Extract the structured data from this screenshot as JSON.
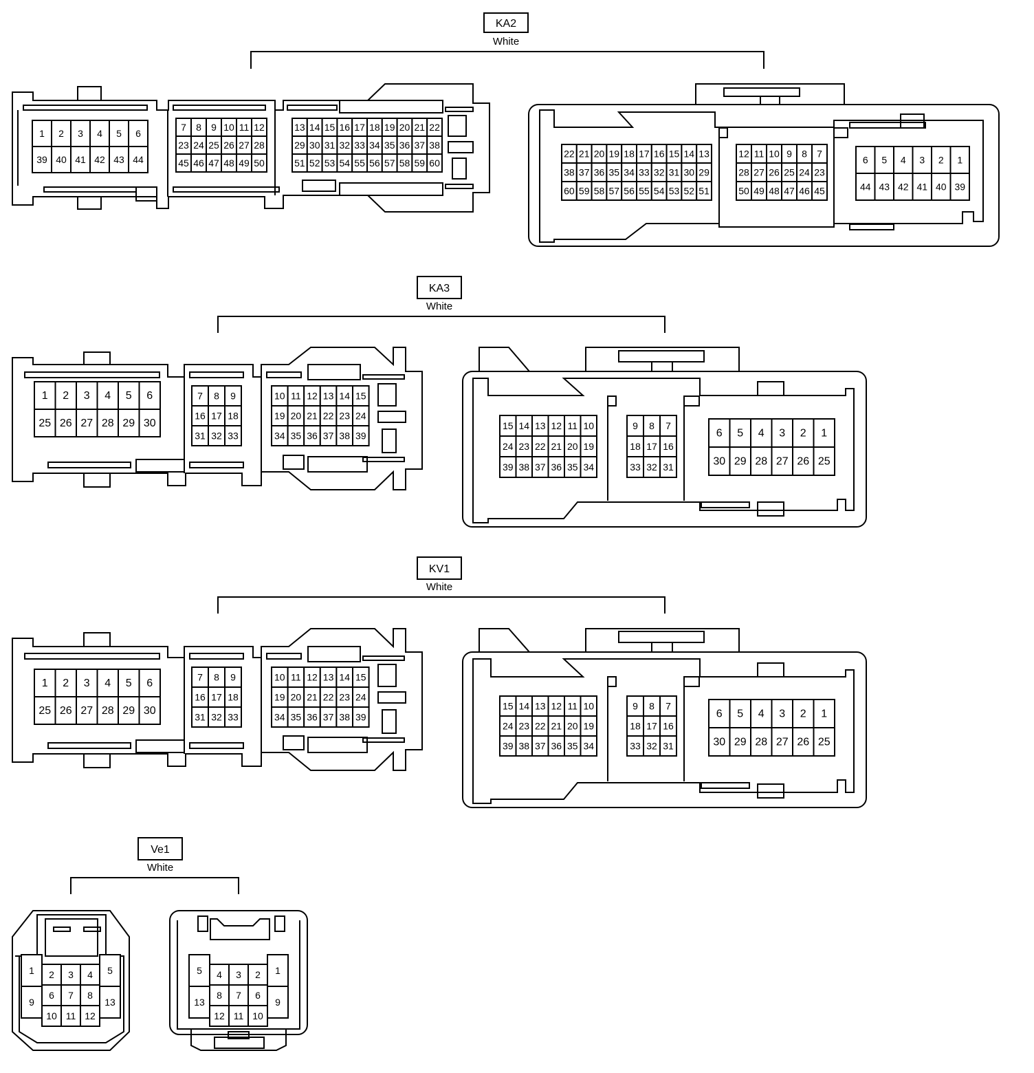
{
  "connectors": [
    {
      "id": "KA2",
      "color": "White",
      "female": [
        [
          [
            "1",
            "2",
            "3",
            "4",
            "5",
            "6"
          ],
          [
            "39",
            "40",
            "41",
            "42",
            "43",
            "44"
          ]
        ],
        [
          [
            "7",
            "8",
            "9",
            "10",
            "11",
            "12"
          ],
          [
            "23",
            "24",
            "25",
            "26",
            "27",
            "28"
          ],
          [
            "45",
            "46",
            "47",
            "48",
            "49",
            "50"
          ]
        ],
        [
          [
            "13",
            "14",
            "15",
            "16",
            "17",
            "18",
            "19",
            "20",
            "21",
            "22"
          ],
          [
            "29",
            "30",
            "31",
            "32",
            "33",
            "34",
            "35",
            "36",
            "37",
            "38"
          ],
          [
            "51",
            "52",
            "53",
            "54",
            "55",
            "56",
            "57",
            "58",
            "59",
            "60"
          ]
        ]
      ],
      "male": [
        [
          [
            "22",
            "21",
            "20",
            "19",
            "18",
            "17",
            "16",
            "15",
            "14",
            "13"
          ],
          [
            "38",
            "37",
            "36",
            "35",
            "34",
            "33",
            "32",
            "31",
            "30",
            "29"
          ],
          [
            "60",
            "59",
            "58",
            "57",
            "56",
            "55",
            "54",
            "53",
            "52",
            "51"
          ]
        ],
        [
          [
            "12",
            "11",
            "10",
            "9",
            "8",
            "7"
          ],
          [
            "28",
            "27",
            "26",
            "25",
            "24",
            "23"
          ],
          [
            "50",
            "49",
            "48",
            "47",
            "46",
            "45"
          ]
        ],
        [
          [
            "6",
            "5",
            "4",
            "3",
            "2",
            "1"
          ],
          [
            "44",
            "43",
            "42",
            "41",
            "40",
            "39"
          ]
        ]
      ]
    },
    {
      "id": "KA3",
      "color": "White",
      "female": [
        [
          [
            "1",
            "2",
            "3",
            "4",
            "5",
            "6"
          ],
          [
            "25",
            "26",
            "27",
            "28",
            "29",
            "30"
          ]
        ],
        [
          [
            "7",
            "8",
            "9"
          ],
          [
            "16",
            "17",
            "18"
          ],
          [
            "31",
            "32",
            "33"
          ]
        ],
        [
          [
            "10",
            "11",
            "12",
            "13",
            "14",
            "15"
          ],
          [
            "19",
            "20",
            "21",
            "22",
            "23",
            "24"
          ],
          [
            "34",
            "35",
            "36",
            "37",
            "38",
            "39"
          ]
        ]
      ],
      "male": [
        [
          [
            "15",
            "14",
            "13",
            "12",
            "11",
            "10"
          ],
          [
            "24",
            "23",
            "22",
            "21",
            "20",
            "19"
          ],
          [
            "39",
            "38",
            "37",
            "36",
            "35",
            "34"
          ]
        ],
        [
          [
            "9",
            "8",
            "7"
          ],
          [
            "18",
            "17",
            "16"
          ],
          [
            "33",
            "32",
            "31"
          ]
        ],
        [
          [
            "6",
            "5",
            "4",
            "3",
            "2",
            "1"
          ],
          [
            "30",
            "29",
            "28",
            "27",
            "26",
            "25"
          ]
        ]
      ]
    },
    {
      "id": "KV1",
      "color": "White",
      "female": [
        [
          [
            "1",
            "2",
            "3",
            "4",
            "5",
            "6"
          ],
          [
            "25",
            "26",
            "27",
            "28",
            "29",
            "30"
          ]
        ],
        [
          [
            "7",
            "8",
            "9"
          ],
          [
            "16",
            "17",
            "18"
          ],
          [
            "31",
            "32",
            "33"
          ]
        ],
        [
          [
            "10",
            "11",
            "12",
            "13",
            "14",
            "15"
          ],
          [
            "19",
            "20",
            "21",
            "22",
            "23",
            "24"
          ],
          [
            "34",
            "35",
            "36",
            "37",
            "38",
            "39"
          ]
        ]
      ],
      "male": [
        [
          [
            "15",
            "14",
            "13",
            "12",
            "11",
            "10"
          ],
          [
            "24",
            "23",
            "22",
            "21",
            "20",
            "19"
          ],
          [
            "39",
            "38",
            "37",
            "36",
            "35",
            "34"
          ]
        ],
        [
          [
            "9",
            "8",
            "7"
          ],
          [
            "18",
            "17",
            "16"
          ],
          [
            "33",
            "32",
            "31"
          ]
        ],
        [
          [
            "6",
            "5",
            "4",
            "3",
            "2",
            "1"
          ],
          [
            "30",
            "29",
            "28",
            "27",
            "26",
            "25"
          ]
        ]
      ]
    },
    {
      "id": "Ve1",
      "color": "White",
      "female": {
        "left": [
          "1",
          "9"
        ],
        "center": [
          [
            "2",
            "3",
            "4"
          ],
          [
            "6",
            "7",
            "8"
          ],
          [
            "10",
            "11",
            "12"
          ]
        ],
        "right": [
          "5",
          "13"
        ]
      },
      "male": {
        "left": [
          "5",
          "13"
        ],
        "center": [
          [
            "4",
            "3",
            "2"
          ],
          [
            "8",
            "7",
            "6"
          ],
          [
            "12",
            "11",
            "10"
          ]
        ],
        "right": [
          "1",
          "9"
        ]
      }
    }
  ]
}
